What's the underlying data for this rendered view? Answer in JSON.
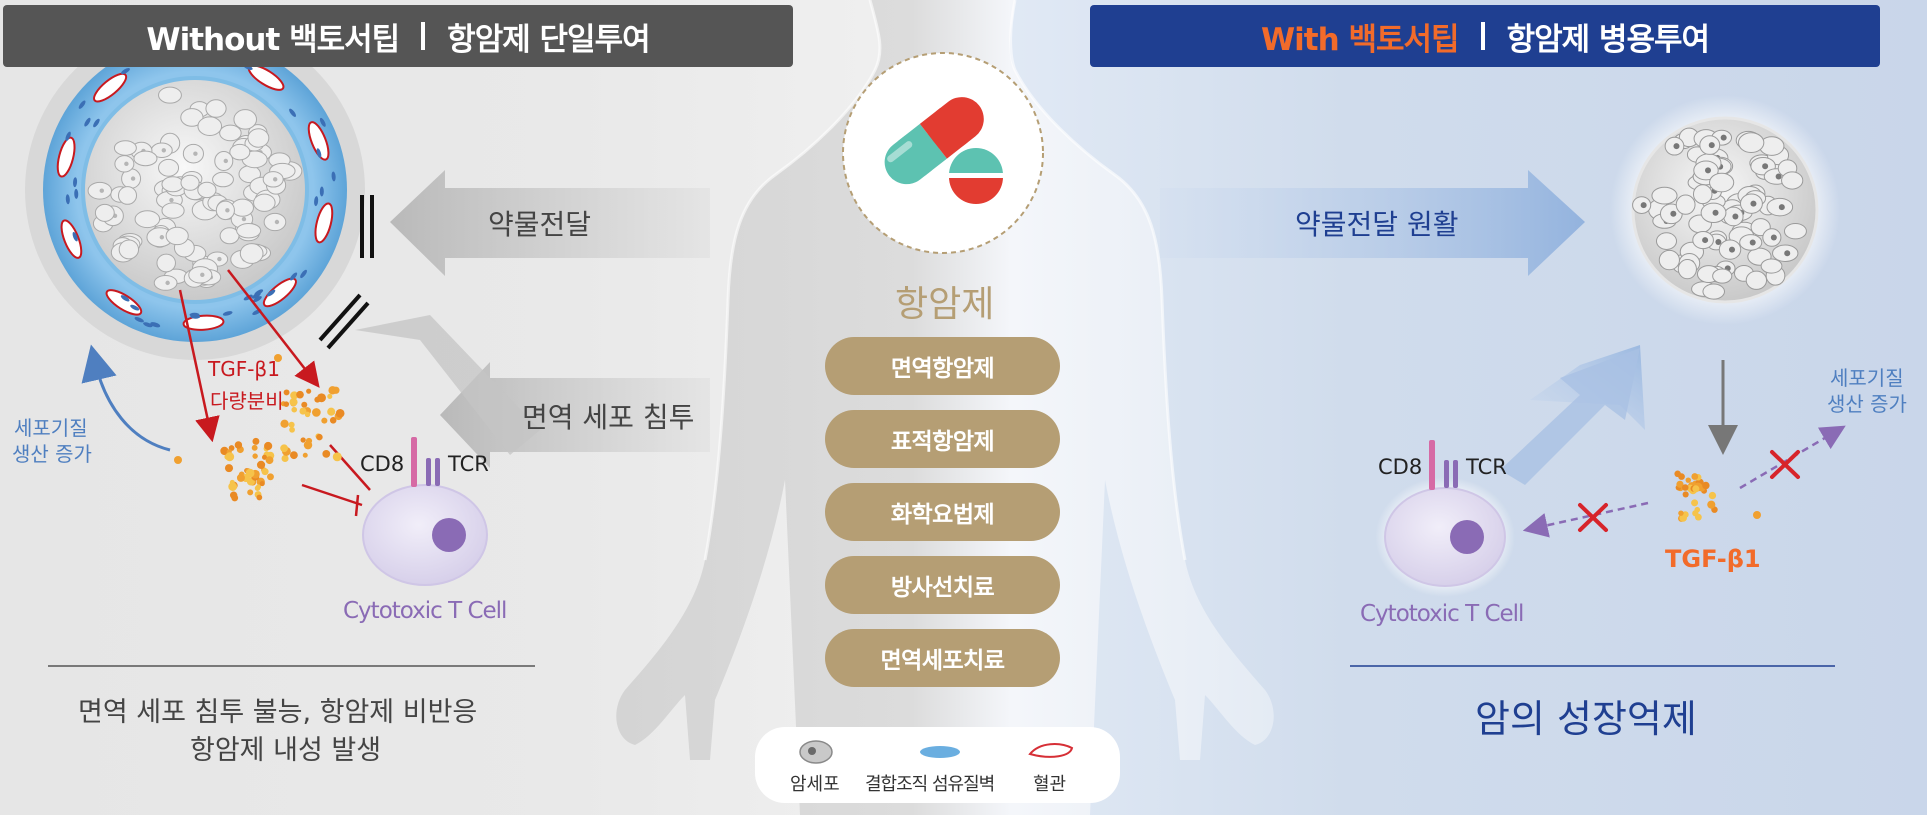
{
  "header_left": {
    "prefix": "Without 백토서팁",
    "suffix": "항암제 단일투여"
  },
  "header_right": {
    "accent": "With 백토서팁",
    "suffix": "항암제 병용투여"
  },
  "center": {
    "title": "항암제",
    "drug_types": [
      "면역항암제",
      "표적항암제",
      "화학요법제",
      "방사선치료",
      "면역세포치료"
    ]
  },
  "left_panel": {
    "drug_delivery": "약물전달",
    "immune_infiltration": "면역 세포 침투",
    "tgf_label": "TGF-β1",
    "tgf_note": "다량분비",
    "ecm_line1": "세포기질",
    "ecm_line2": "생산 증가",
    "cd8": "CD8",
    "tcr": "TCR",
    "t_cell": "Cytotoxic T Cell",
    "outcome_line1": "면역 세포 침투 불능, 항암제 비반응",
    "outcome_line2": "항암제 내성 발생"
  },
  "right_panel": {
    "drug_delivery": "약물전달 원활",
    "ecm_line1": "세포기질",
    "ecm_line2": "생산 증가",
    "cd8": "CD8",
    "tcr": "TCR",
    "t_cell": "Cytotoxic T Cell",
    "tgf_label": "TGF-β1",
    "outcome": "암의 성장억제"
  },
  "legend": {
    "cancer_cell": "암세포",
    "fiber_wall": "결합조직 섬유질벽",
    "vessel": "혈관"
  },
  "colors": {
    "left_header": "#555555",
    "right_header": "#1f3f91",
    "accent_orange": "#f26b2a",
    "pill": "#b59e74",
    "tcell_purple": "#8a6bb5",
    "inhibit_red": "#c8191f",
    "tissue_blue": "#6aaee0",
    "ecm_blue": "#4f7fc0"
  }
}
